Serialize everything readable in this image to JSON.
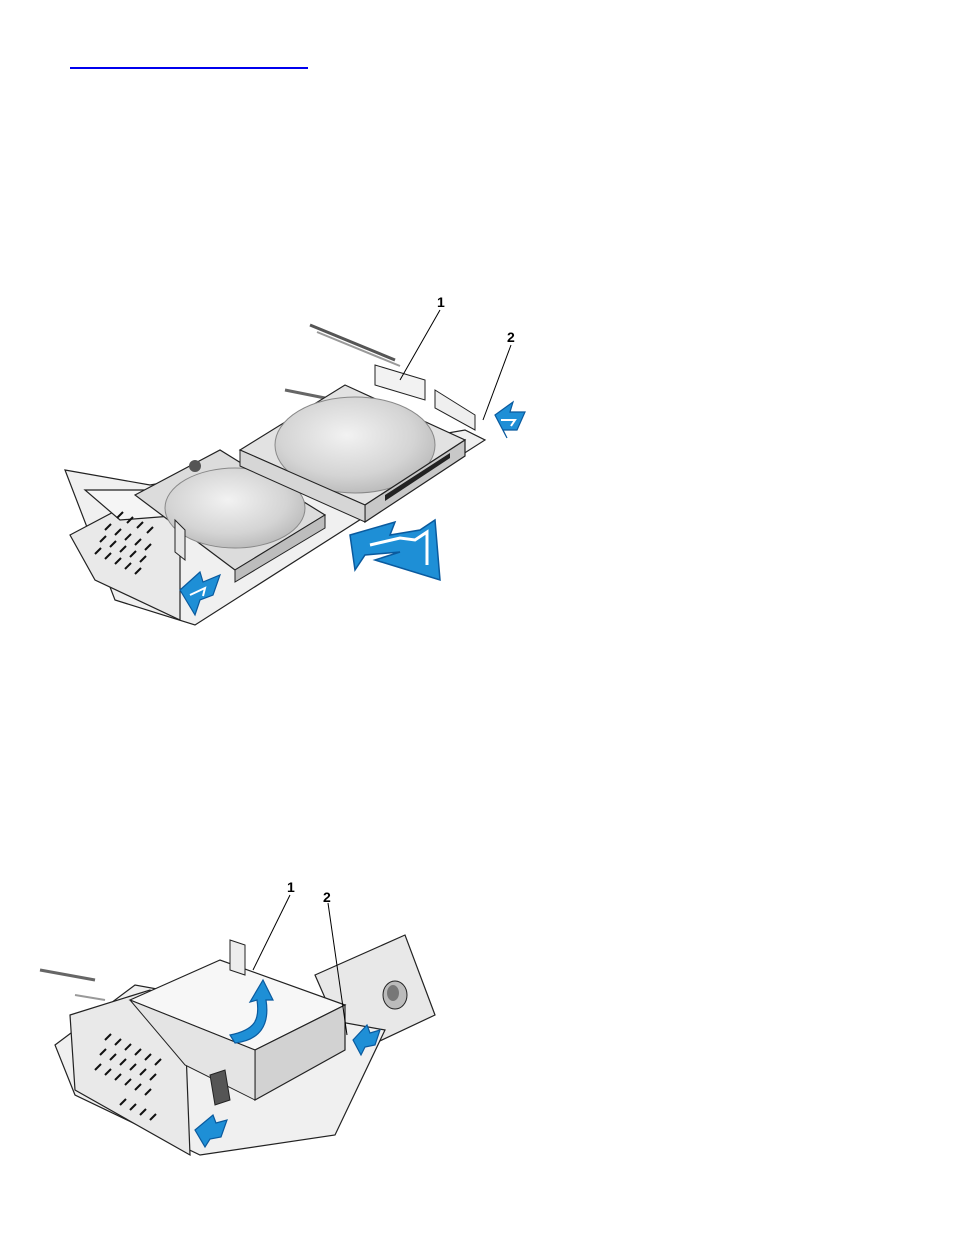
{
  "top_link": {
    "text": ""
  },
  "figure1": {
    "callouts": [
      "1",
      "2"
    ]
  },
  "figure2": {
    "callouts": [
      "1",
      "2"
    ]
  },
  "colors": {
    "link": "#0000ee",
    "arrow_fill": "#1e8fd6",
    "arrow_outline": "#0a5a9e",
    "metal": "#e6e6e6",
    "line": "#222222"
  }
}
